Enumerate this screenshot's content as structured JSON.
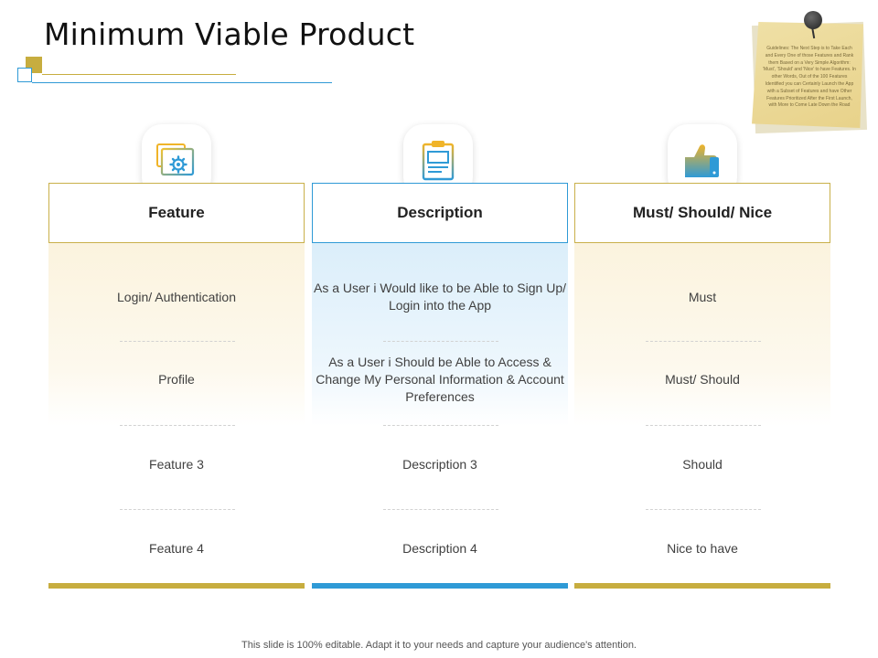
{
  "title": "Minimum Viable Product",
  "note": {
    "text": "Guidelines: The Next Step is to Take Each and Every One of those Features and Rank them Based on a Very Simple Algorithm: 'Must', 'Should' and 'Nice' to have Features. In other Words, Out of the 100 Features Identified you can Certainly Launch the App with a Subset of Features and have Other Features Prioritized After the First Launch, with More to Come Late Down the Road"
  },
  "columns": [
    {
      "icon": "settings-window-icon",
      "header": "Feature",
      "rows": [
        "Login/ Authentication",
        "Profile",
        "Feature 3",
        "Feature 4"
      ]
    },
    {
      "icon": "clipboard-icon",
      "header": "Description",
      "rows": [
        "As a User i Would like to be Able to Sign Up/ Login into the App",
        "As a User i Should be Able to Access & Change My Personal Information & Account Preferences",
        "Description 3",
        "Description 4"
      ]
    },
    {
      "icon": "thumbs-up-icon",
      "header": "Must/ Should/ Nice",
      "rows": [
        "Must",
        "Must/ Should",
        "Should",
        "Nice to have"
      ]
    }
  ],
  "footer": "This slide is 100% editable. Adapt it to your needs and capture your audience's attention.",
  "colors": {
    "gold": "#c7ad3f",
    "blue": "#2f9ad6"
  }
}
